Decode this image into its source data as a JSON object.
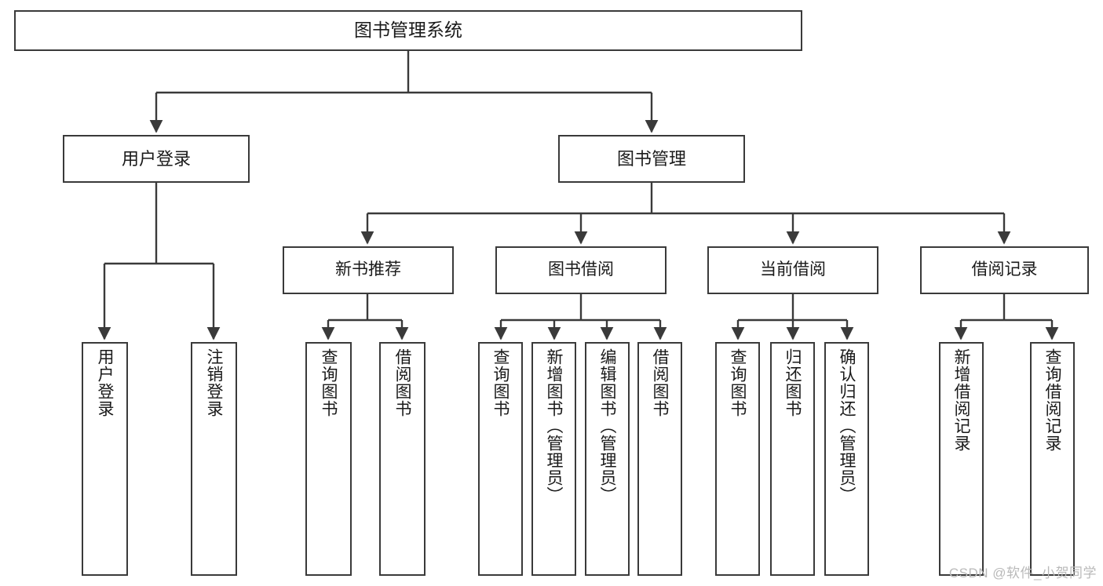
{
  "diagram": {
    "type": "tree-hierarchy-chart",
    "title": "图书管理系统",
    "watermark": "CSDN @软件_小贺同学",
    "colors": {
      "stroke": "#3a3a3a",
      "box_fill": "#ffffff",
      "text": "#1a1a1a",
      "background": "#ffffff",
      "watermark": "#b9b9b9"
    },
    "nodes": {
      "root": {
        "label": "图书管理系统"
      },
      "level1": [
        {
          "label": "用户登录"
        },
        {
          "label": "图书管理"
        }
      ],
      "level2": [
        {
          "label": "新书推荐"
        },
        {
          "label": "图书借阅"
        },
        {
          "label": "当前借阅"
        },
        {
          "label": "借阅记录"
        }
      ],
      "leaves": {
        "user_login": [
          {
            "label": "用户登录"
          },
          {
            "label": "注销登录"
          }
        ],
        "new_book_recommend": [
          {
            "label": "查询图书"
          },
          {
            "label": "借阅图书"
          }
        ],
        "book_borrow": [
          {
            "label": "查询图书"
          },
          {
            "label": "新增图书（管理员）"
          },
          {
            "label": "编辑图书（管理员）"
          },
          {
            "label": "借阅图书"
          }
        ],
        "current_borrow": [
          {
            "label": "查询图书"
          },
          {
            "label": "归还图书"
          },
          {
            "label": "确认归还（管理员）"
          }
        ],
        "borrow_record": [
          {
            "label": "新增借阅记录"
          },
          {
            "label": "查询借阅记录"
          }
        ]
      }
    }
  }
}
